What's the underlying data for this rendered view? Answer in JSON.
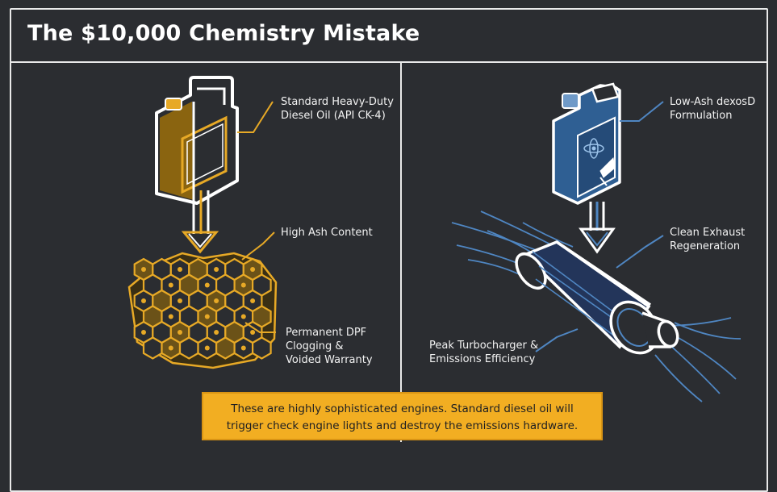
{
  "title": "The $10,000 Chemistry Mistake",
  "left_panel": {
    "oil_label": "Standard Heavy-Duty\nDiesel Oil (API CK-4)",
    "ash_label": "High Ash Content",
    "dpf_label": "Permanent DPF\nClogging &\nVoided Warranty",
    "oil_icon": "oil-jug-icon",
    "filter_icon": "honeycomb-filter-icon"
  },
  "right_panel": {
    "oil_label": "Low-Ash dexosD\nFormulation",
    "exhaust_label": "Clean Exhaust\nRegeneration",
    "turbo_label": "Peak Turbocharger &\nEmissions Efficiency",
    "oil_icon": "oil-jug-icon",
    "exhaust_icon": "exhaust-pipe-icon"
  },
  "banner": "These are highly sophisticated engines. Standard diesel oil will\ntrigger check engine lights and destroy the emissions hardware.",
  "colors": {
    "background": "#2b2d31",
    "gold": "#e7a926",
    "blue": "#2f5f93",
    "banner": "#f2ae22"
  }
}
